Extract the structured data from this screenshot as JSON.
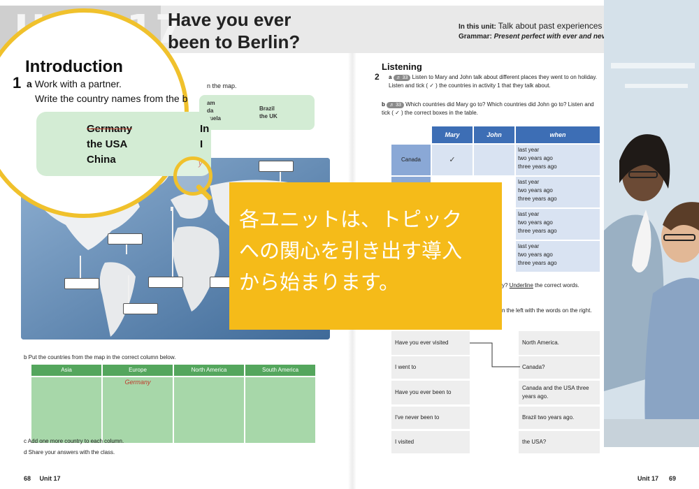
{
  "header": {
    "unit_ghost": "Unit 17",
    "title_line1": "Have you ever",
    "title_line2": "been to Berlin?",
    "in_this_unit_label": "In this unit:",
    "in_this_unit_value": "Talk about past experiences",
    "grammar_label": "Grammar:",
    "grammar_value": "Present perfect with ever and never for past experiences"
  },
  "left_page": {
    "instruction_fragment": "n the map.",
    "box_words_col1": [
      "am",
      "da",
      "zuela"
    ],
    "box_words_col2": [
      "Brazil",
      "the UK"
    ],
    "map_marker": "y",
    "q1b": "b Put the countries from the map in the correct column below.",
    "columns": [
      "Asia",
      "Europe",
      "North America",
      "South America"
    ],
    "europe_entry": "Germany",
    "q1c": "c Add one more country to each column.",
    "q1d": "d Share your answers with the class.",
    "footer_page": "68",
    "footer_unit": "Unit 17"
  },
  "magnifier": {
    "title": "Introduction",
    "number": "1",
    "a_label": "a",
    "a_text": "Work with a partner.",
    "line2": "Write the country names from the b",
    "words_col1": [
      "Germany",
      "the USA",
      "China"
    ],
    "words_col2": [
      "In",
      "I"
    ]
  },
  "right_page": {
    "listening_title": "Listening",
    "q2_number": "2",
    "q2a_label": "a",
    "badge_a": "33",
    "q2a_text": "Listen to Mary and John talk about different places they went to on holiday. Listen and tick ( ✓ ) the countries in activity 1 that they talk about.",
    "q2b_label": "b",
    "badge_b": "33",
    "q2b_text": "Which countries did Mary go to? Which countries did John go to? Listen and tick ( ✓ ) the correct boxes in the table.",
    "table_headers": [
      "Mary",
      "John",
      "when"
    ],
    "table_country_1": "Canada",
    "tick": "✓",
    "when_lines": [
      "last year",
      "two years ago",
      "three years ago"
    ],
    "q2c_fragment": "y? ",
    "q2c_underline": "Underline",
    "q2c_rest": " the correct words.",
    "q2d_fragment": "n the left with the words on the right.",
    "match_left": [
      "Have you ever visited",
      "I went to",
      "Have you ever been to",
      "I've never been to",
      "I visited"
    ],
    "match_right": [
      "North America.",
      "Canada?",
      "Canada and the USA three years ago.",
      "Brazil two years ago.",
      "the USA?"
    ],
    "footer_unit": "Unit 17",
    "footer_page": "69"
  },
  "callout": {
    "text_line1": "各ユニットは、トピック",
    "text_line2": "への関心を引き出す導入",
    "text_line3": "から始まります。"
  },
  "colors": {
    "accent_yellow": "#f5bb19",
    "magnifier_ring": "#f0c12c",
    "green_header": "#54a65d",
    "green_body": "#a7d7a9",
    "blue_header": "#3d6eb5",
    "blue_cell": "#d9e3f2"
  }
}
